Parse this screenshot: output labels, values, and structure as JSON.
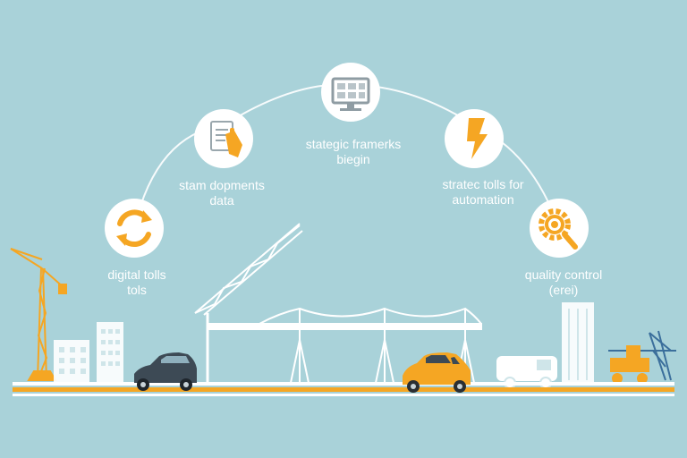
{
  "colors": {
    "background": "#a9d2d9",
    "accent": "#f5a623",
    "white": "#ffffff",
    "outline": "#cfe5e9"
  },
  "steps": [
    {
      "icon": "refresh-arrows-icon",
      "line1": "digital tolls",
      "line2": "tols"
    },
    {
      "icon": "document-hand-icon",
      "line1": "stam dopments",
      "line2": "data"
    },
    {
      "icon": "monitor-dashboard-icon",
      "line1": "stategic framerks",
      "line2": "biegin"
    },
    {
      "icon": "lightning-bolt-icon",
      "line1": "stratec tolls for",
      "line2": "automation"
    },
    {
      "icon": "gear-magnifier-icon",
      "line1": "quality control",
      "line2": "(erei)"
    }
  ]
}
